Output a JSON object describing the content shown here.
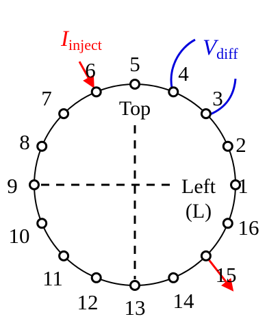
{
  "electrodes": [
    {
      "label": "1"
    },
    {
      "label": "2"
    },
    {
      "label": "3"
    },
    {
      "label": "4"
    },
    {
      "label": "5"
    },
    {
      "label": "6"
    },
    {
      "label": "7"
    },
    {
      "label": "8"
    },
    {
      "label": "9"
    },
    {
      "label": "10"
    },
    {
      "label": "11"
    },
    {
      "label": "12"
    },
    {
      "label": "13"
    },
    {
      "label": "14"
    },
    {
      "label": "15"
    },
    {
      "label": "16"
    }
  ],
  "labels": {
    "top": "Top",
    "left": "Left",
    "left_abbrev": "(L)"
  },
  "inject": {
    "symbol": "I",
    "subscript": "inject",
    "color": "#ff0000"
  },
  "vdiff": {
    "symbol": "V",
    "subscript": "diff",
    "color": "#0000dd"
  },
  "colors": {
    "line": "#000000",
    "inject": "#ff0000",
    "vdiff": "#0000dd"
  }
}
